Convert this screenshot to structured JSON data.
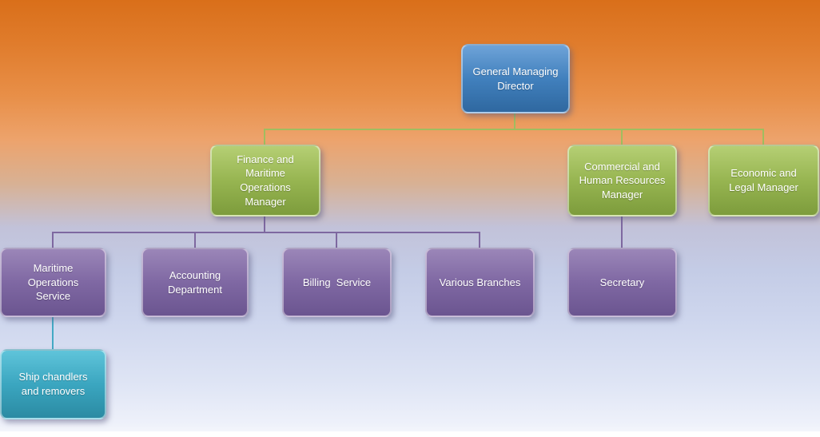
{
  "diagram": {
    "type": "org-chart",
    "palette": {
      "node_blue": "#4180bd",
      "node_green": "#97b551",
      "node_purple": "#7f68a3",
      "node_teal": "#3ba6c0",
      "connector_green": "#a0bd5f",
      "connector_purple": "#7e68a0",
      "connector_teal": "#43a9c4",
      "background_top": "#d96f1a",
      "background_bottom": "#eef1fa",
      "text_color": "#ffffff"
    }
  },
  "nodes": [
    {
      "id": "general-managing-director",
      "label": "General Managing\nDirector",
      "level": 1,
      "color": "blue",
      "parent": null
    },
    {
      "id": "finance-maritime-operations-manager",
      "label": "Finance and\nMaritime\nOperations\nManager",
      "level": 2,
      "color": "green",
      "parent": "general-managing-director"
    },
    {
      "id": "commercial-human-resources-manager",
      "label": "Commercial and\nHuman Resources\nManager",
      "level": 2,
      "color": "green",
      "parent": "general-managing-director"
    },
    {
      "id": "economic-legal-manager",
      "label": "Economic and\nLegal Manager",
      "level": 2,
      "color": "green",
      "parent": "general-managing-director"
    },
    {
      "id": "maritime-operations-service",
      "label": "Maritime\nOperations\nService",
      "level": 3,
      "color": "purple",
      "parent": "finance-maritime-operations-manager"
    },
    {
      "id": "accounting-department",
      "label": "Accounting\nDepartment",
      "level": 3,
      "color": "purple",
      "parent": "finance-maritime-operations-manager"
    },
    {
      "id": "billing-service",
      "label": "Billing  Service",
      "level": 3,
      "color": "purple",
      "parent": "finance-maritime-operations-manager"
    },
    {
      "id": "various-branches",
      "label": "Various Branches",
      "level": 3,
      "color": "purple",
      "parent": "finance-maritime-operations-manager"
    },
    {
      "id": "secretary",
      "label": "Secretary",
      "level": 3,
      "color": "purple",
      "parent": "commercial-human-resources-manager"
    },
    {
      "id": "ship-chandlers-and-removers",
      "label": "Ship chandlers\nand removers",
      "level": 4,
      "color": "teal",
      "parent": "maritime-operations-service"
    }
  ]
}
